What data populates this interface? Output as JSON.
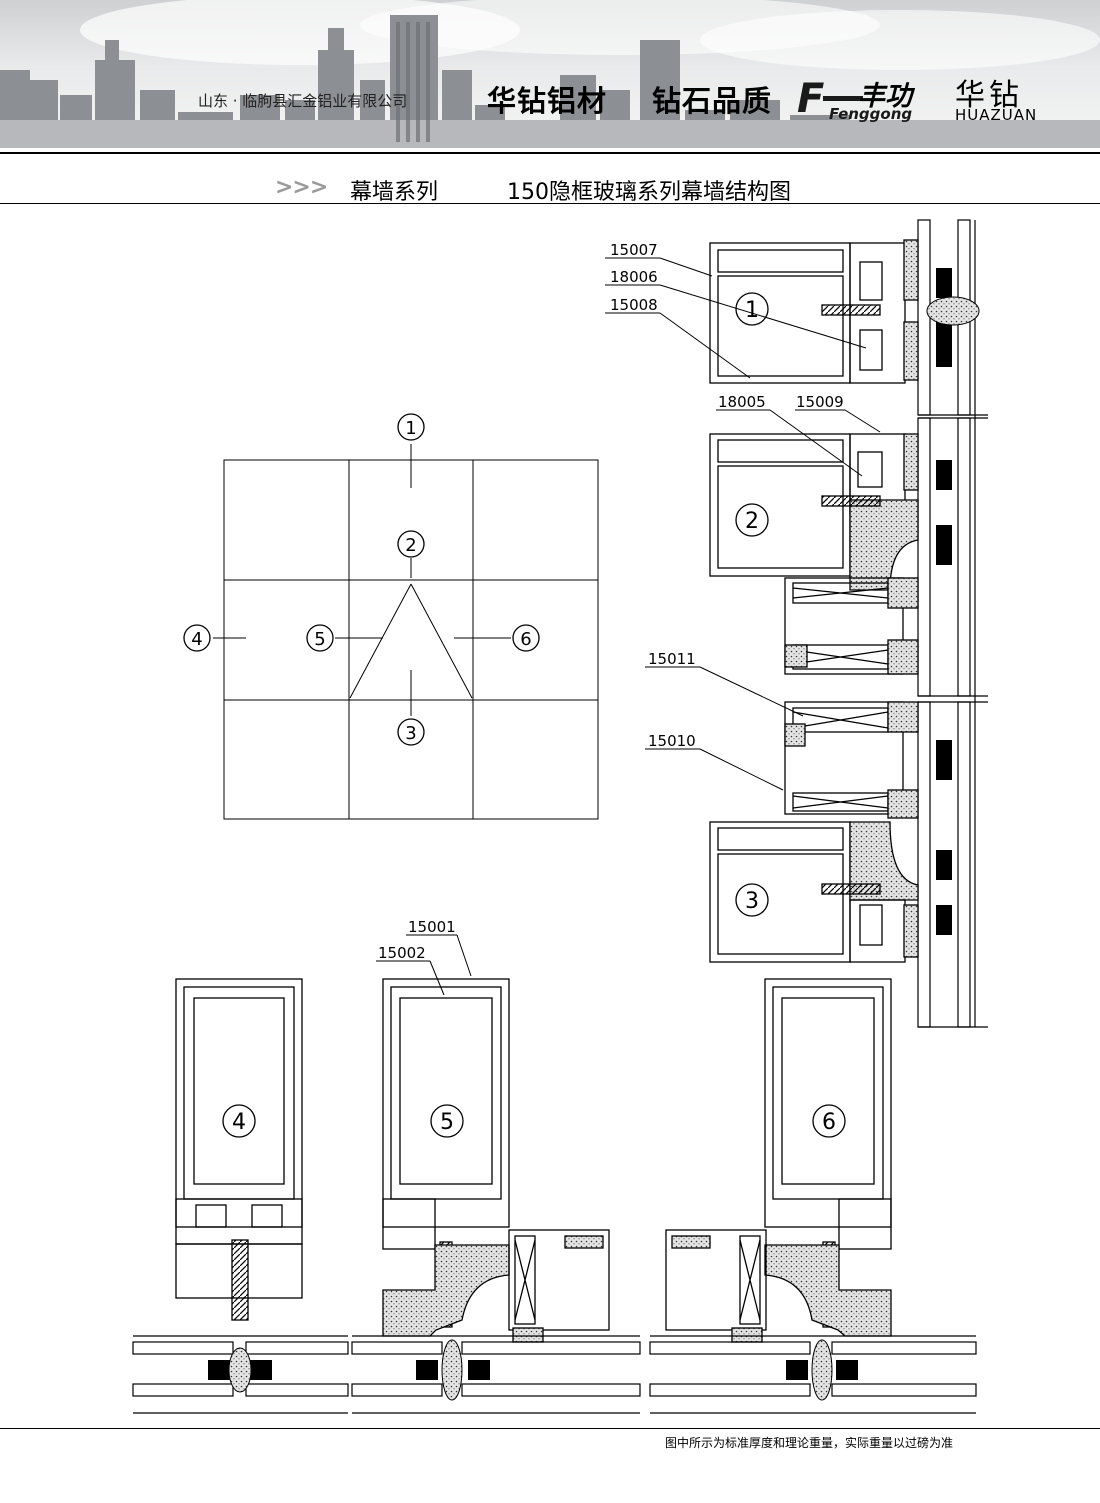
{
  "header": {
    "company": "山东 · 临朐县汇金铝业有限公司",
    "slogan_brand": "华钻铝材",
    "slogan_quality": "钻石品质",
    "logo_cn": "丰功",
    "logo_en": "Fenggong",
    "brand_cn": "华钻",
    "brand_en": "HUAZUAN"
  },
  "title_bar": {
    "arrows": ">>>",
    "series": "幕墙系列",
    "drawing_title": "150隐框玻璃系列幕墙结构图"
  },
  "markers": {
    "m1": "1",
    "m2": "2",
    "m3": "3",
    "m4": "4",
    "m5": "5",
    "m6": "6"
  },
  "part_labels": {
    "p15007": "15007",
    "p18006": "18006",
    "p15008": "15008",
    "p18005": "18005",
    "p15009": "15009",
    "p15011": "15011",
    "p15010": "15010",
    "p15001": "15001",
    "p15002": "15002"
  },
  "footer": {
    "note": "图中所示为标准厚度和理论重量，实际重量以过磅为准"
  }
}
